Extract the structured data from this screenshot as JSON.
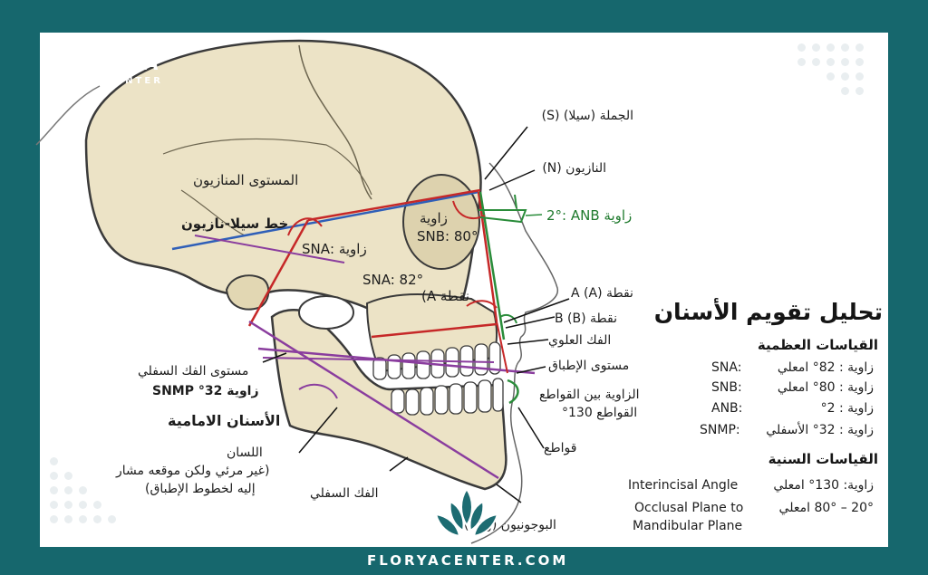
{
  "brand": {
    "logo_main": "FLORYA",
    "logo_sub": "CENTER",
    "footer": "FLORYACENTER.COM",
    "colors": {
      "frame": "#16676d",
      "panel": "#ffffff",
      "bone": "#ece3c6",
      "red": "#c62828",
      "blue": "#2f5fb8",
      "purple": "#8a3d9e",
      "green": "#2a8c3a"
    }
  },
  "labels": {
    "sella": "الجملة (سيلا) (S)",
    "nasion": "النازيون (N)",
    "anb": "2°: ANB زاوية",
    "nasion_plane": "المستوى المنازيون",
    "sn_line": "خط سيلا-نازيون",
    "sna_angle": "زاوية :SNA",
    "snb_angle_1": "زاوية",
    "snb_angle_2": "SNB: 80°",
    "sna_value": "SNA: 82°",
    "point_a_inner": "نقطة A)",
    "point_a": "نقطة A (A)",
    "point_b": "نقطة B (B)",
    "upper_jaw": "الفك العلوي",
    "occlusal_plane": "مستوى الإطباق",
    "interincisal_1": "الزاوية بين القواطع",
    "interincisal_2": "القواطع 130°",
    "incisors": "قواطع",
    "mand_plane_1": "مستوى الفك السفلي",
    "mand_plane_2": "زاوية 32° SNMP",
    "front_teeth": "الأسنان الامامية",
    "tongue_1": "اللسان",
    "tongue_2": "(غير مرئي ولكن موقعه مشار",
    "tongue_3": "إليه لخطوط الإطباق)",
    "lower_jaw": "الفك السفلي",
    "pogonion": "البوجونيون (Pog)"
  },
  "panel": {
    "title": "تحليل تقويم الأسنان",
    "skeletal_heading": "القياسات العظمية",
    "skeletal": [
      {
        "key": "SNA:",
        "value": "زاوية : 82° امعلي"
      },
      {
        "key": "SNB:",
        "value": "زاوية : 80° امعلي"
      },
      {
        "key": "ANB:",
        "value": "زاوية : 2°"
      },
      {
        "key": "SNMP:",
        "value": "زاوية : 32° الأسفلي"
      }
    ],
    "dental_heading": "القياسات السنية",
    "dental": [
      {
        "key": "Interincisal Angle",
        "value": "زاوية: 130° امعلي"
      },
      {
        "key": "Occlusal Plane to",
        "value": "20° – 80° امعلي"
      },
      {
        "key": "Mandibular Plane",
        "value": ""
      }
    ]
  }
}
